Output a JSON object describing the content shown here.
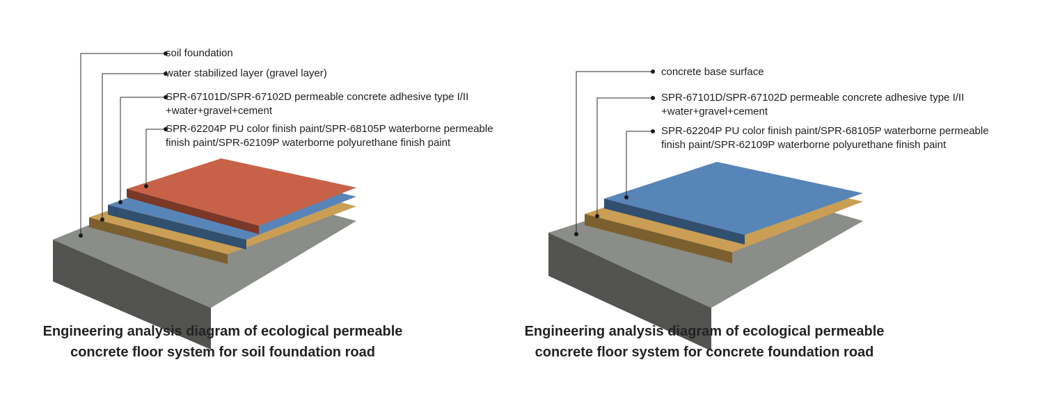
{
  "diagrams": [
    {
      "labels": [
        {
          "lines": [
            "soil foundation"
          ]
        },
        {
          "lines": [
            "water stabilized layer (gravel layer)"
          ]
        },
        {
          "lines": [
            "SPR-67101D/SPR-67102D permeable concrete adhesive type I/II",
            "+water+gravel+cement"
          ]
        },
        {
          "lines": [
            "SPR-62204P PU color finish paint/SPR-68105P waterborne permeable",
            "finish paint/SPR-62109P waterborne polyurethane finish paint"
          ]
        }
      ],
      "caption": [
        "Engineering analysis diagram of ecological permeable",
        "concrete floor system for soil foundation road"
      ],
      "layers": [
        {
          "name": "soil foundation",
          "color": "#8a8d88"
        },
        {
          "name": "gravel layer",
          "color": "#c79a4c"
        },
        {
          "name": "adhesive layer",
          "color": "#4f7fb3"
        },
        {
          "name": "finish paint",
          "color": "#c45a3f"
        }
      ]
    },
    {
      "labels": [
        {
          "lines": [
            "concrete base surface"
          ]
        },
        {
          "lines": [
            "SPR-67101D/SPR-67102D permeable concrete adhesive type I/II",
            "+water+gravel+cement"
          ]
        },
        {
          "lines": [
            "SPR-62204P PU color finish paint/SPR-68105P waterborne permeable",
            "finish paint/SPR-62109P waterborne polyurethane finish paint"
          ]
        }
      ],
      "caption": [
        "Engineering analysis diagram of ecological permeable",
        "concrete floor system for concrete foundation road"
      ],
      "layers": [
        {
          "name": "concrete base",
          "color": "#8a8d88"
        },
        {
          "name": "adhesive layer",
          "color": "#c79a4c"
        },
        {
          "name": "finish paint",
          "color": "#4f7fb3"
        }
      ]
    }
  ]
}
